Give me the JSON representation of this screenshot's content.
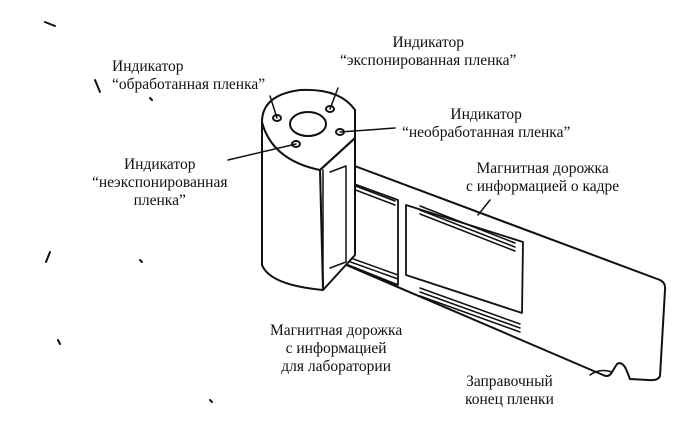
{
  "colors": {
    "ink": "#111111",
    "paper": "#ffffff"
  },
  "labels": {
    "processed_indicator": {
      "line1": "Индикатор",
      "line2": "“обработанная пленка”"
    },
    "exposed_indicator": {
      "line1": "Индикатор",
      "line2": "“экспонированная пленка”"
    },
    "unprocessed_indicator": {
      "line1": "Индикатор",
      "line2": "“необработанная пленка”"
    },
    "unexposed_indicator": {
      "line1": "Индикатор",
      "line2": "“неэкспонированная",
      "line3": "пленка”"
    },
    "frame_track": {
      "line1": "Магнитная дорожка",
      "line2": "с информацией о кадре"
    },
    "lab_track": {
      "line1": "Магнитная дорожка",
      "line2": "с информацией",
      "line3": "для лаборатории"
    },
    "leader": {
      "line1": "Заправочный",
      "line2": "конец пленки"
    }
  }
}
